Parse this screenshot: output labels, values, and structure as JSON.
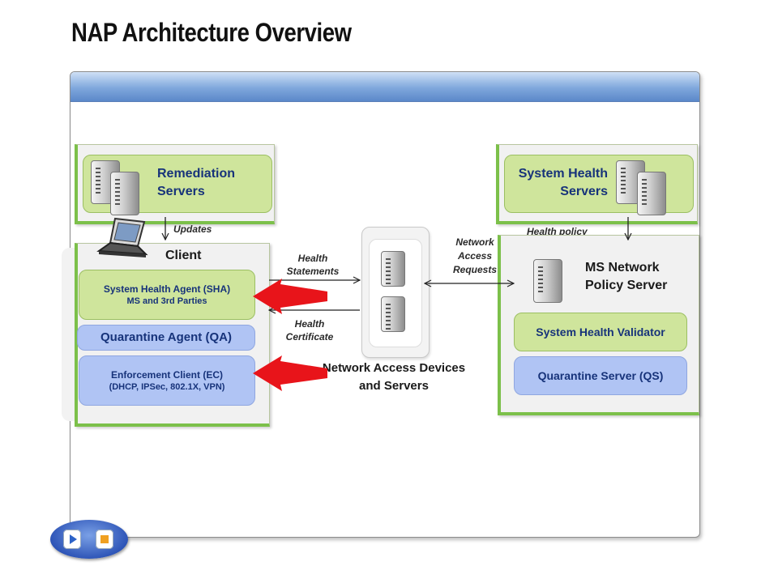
{
  "title": "NAP Architecture Overview",
  "remediation": {
    "line1": "Remediation",
    "line2": "Servers"
  },
  "health_servers": {
    "line1": "System Health",
    "line2": "Servers"
  },
  "updates_label": "Updates",
  "health_policy_label": "Health policy",
  "client": {
    "title": "Client",
    "sha_title": "System Health Agent (SHA)",
    "sha_sub": "MS and 3rd Parties",
    "qa": "Quarantine Agent (QA)",
    "ec_title": "Enforcement  Client (EC)",
    "ec_sub": "(DHCP,  IPSec, 802.1X, VPN)"
  },
  "flows": {
    "health_statements_1": "Health",
    "health_statements_2": "Statements",
    "health_certificate_1": "Health",
    "health_certificate_2": "Certificate",
    "nar_1": "Network",
    "nar_2": "Access",
    "nar_3": "Requests"
  },
  "nad": {
    "line1": "Network Access Devices",
    "line2": "and Servers"
  },
  "nps": {
    "line1": "MS Network",
    "line2": "Policy Server",
    "shv": "System Health Validator",
    "qs": "Quarantine Server (QS)"
  },
  "colors": {
    "green": "#cfe59c",
    "blue": "#b0c4f4",
    "text": "#17337a",
    "red": "#e8141a"
  }
}
